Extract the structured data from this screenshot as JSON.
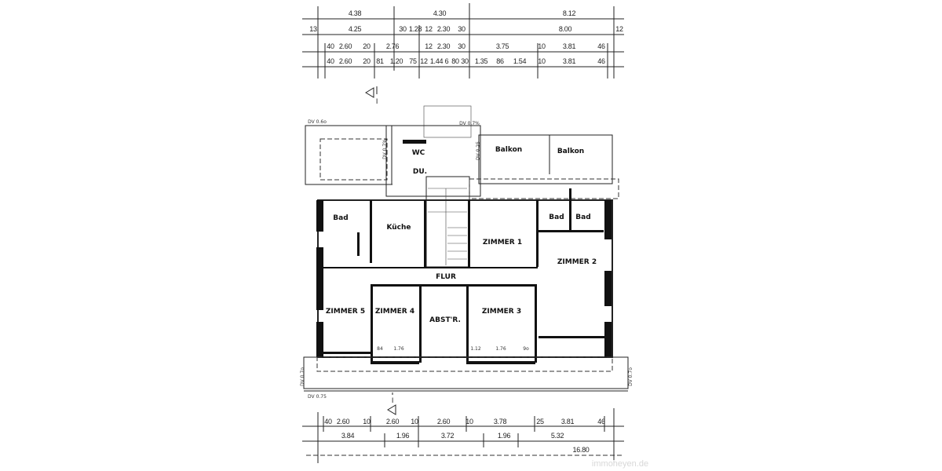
{
  "plan": {
    "dimensions_top": [
      [
        "4.38",
        "4.30",
        "8.12"
      ],
      [
        "13",
        "4.25",
        "30",
        "1.28",
        "12",
        "2.30",
        "30",
        "8.00",
        "12"
      ],
      [
        "40",
        "2.60",
        "20",
        "2.76",
        "12",
        "2.30",
        "30",
        "3.75",
        "10",
        "3.81",
        "46"
      ],
      [
        "40",
        "2.60",
        "20",
        "81",
        "1.20",
        "75",
        "12",
        "1.44",
        "6",
        "80",
        "30",
        "1.35",
        "86",
        "1.54",
        "10",
        "3.81",
        "46"
      ]
    ],
    "dimensions_bottom": [
      [
        "40",
        "2.60",
        "10",
        "2.60",
        "10",
        "2.60",
        "10",
        "3.78",
        "25",
        "3.81",
        "46"
      ],
      [
        "3.84",
        "1.96",
        "3.72",
        "1.96",
        "5.32"
      ],
      [
        "16.80"
      ]
    ],
    "rooms": [
      "Bad",
      "Küche",
      "WC",
      "DU.",
      "Balkon",
      "Balkon",
      "Bad",
      "Bad",
      "ZIMMER 1",
      "ZIMMER 2",
      "FLUR",
      "ZIMMER 5",
      "ZIMMER 4",
      "ABST'R.",
      "ZIMMER 3"
    ],
    "inner_dimensions": [
      "84",
      "1.76",
      "1.12",
      "1.76",
      "9o"
    ],
    "roof_labels": [
      "DV 0.6o",
      "DV 0.7%",
      "DV 0.7%",
      "DV 0.25",
      "DV 0.7o",
      "DV 0.7o",
      "DV 0.75"
    ],
    "section_marks": [
      "I",
      "I"
    ],
    "watermark": "immoheyen.de"
  }
}
